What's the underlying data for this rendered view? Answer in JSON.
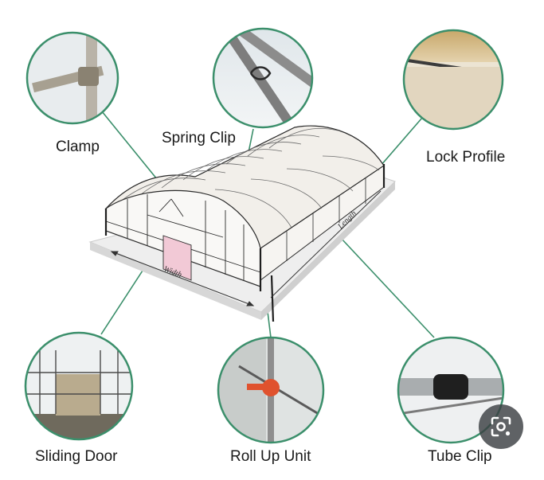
{
  "labels": {
    "clamp": "Clamp",
    "spring_clip": "Spring Clip",
    "lock_profile": "Lock Profile",
    "sliding_door": "Sliding Door",
    "roll_up_unit": "Roll Up Unit",
    "tube_clip": "Tube Clip"
  },
  "dimensions": {
    "width": "Width",
    "length": "Length"
  },
  "colors": {
    "callout_line": "#3b8f6b",
    "circle_ring": "#3b8f6b",
    "door": "#f2c9d6",
    "film": "#f4f1ee",
    "frame": "#2b2b2b"
  },
  "overlay": {
    "icon": "lens-search-icon"
  }
}
